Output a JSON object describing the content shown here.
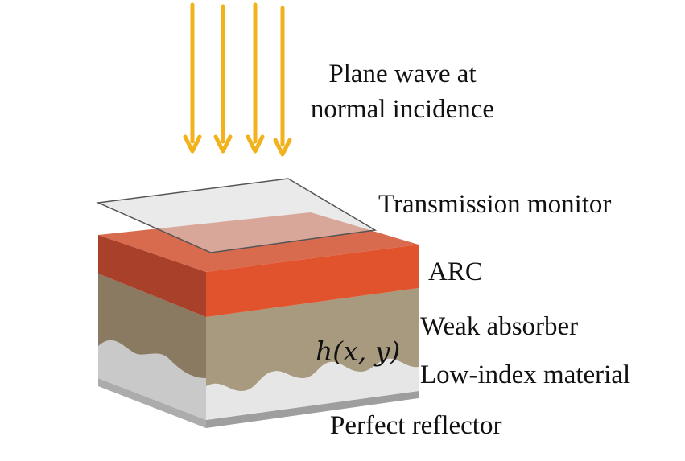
{
  "labels": {
    "incident_line1": "Plane wave at",
    "incident_line2": "normal incidence",
    "monitor": "Transmission monitor",
    "arc": "ARC",
    "absorber": "Weak absorber",
    "height_function": "h(x, y)",
    "low_index": "Low-index material",
    "reflector": "Perfect reflector"
  },
  "colors": {
    "arrow": "#f2b21c",
    "arc_front": "#e1532c",
    "arc_side": "#a8402a",
    "arc_top": "#d86a4e",
    "absorber_front": "#a89a7f",
    "absorber_side": "#8a7a62",
    "low_index_front": "#e7e6e6",
    "low_index_side": "#c9c9c9",
    "reflector": "#9e9e9e",
    "monitor_fill": "#d8d9d9",
    "monitor_edge": "#555555"
  }
}
